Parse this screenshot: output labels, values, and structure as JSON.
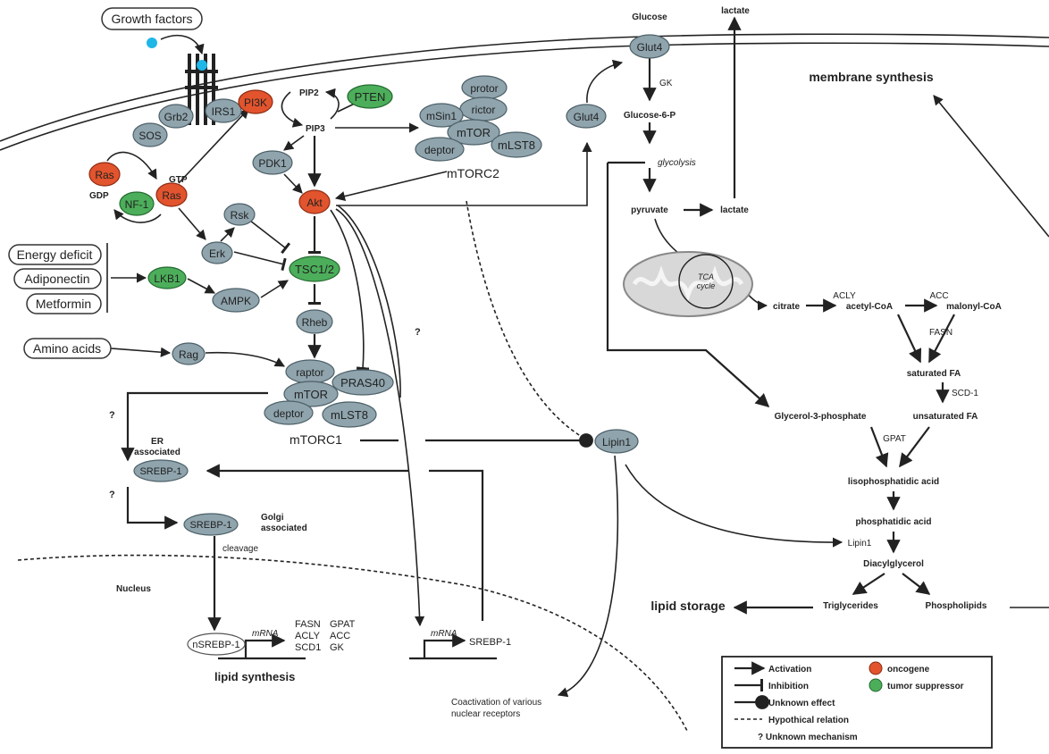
{
  "inputs": {
    "growth_factors": "Growth factors",
    "energy_deficit": "Energy deficit",
    "adiponectin": "Adiponectin",
    "metformin": "Metformin",
    "amino_acids": "Amino acids"
  },
  "nodes": {
    "grb2": "Grb2",
    "irs1": "IRS1",
    "pi3k": "PI3K",
    "sos": "SOS",
    "ras": "Ras",
    "nf1": "NF-1",
    "pdk1": "PDK1",
    "akt": "Akt",
    "rsk": "Rsk",
    "erk": "Erk",
    "tsc12": "TSC1/2",
    "lkb1": "LKB1",
    "ampk": "AMPK",
    "rheb": "Rheb",
    "rag": "Rag",
    "pten": "PTEN",
    "protor": "protor",
    "msin1": "mSin1",
    "rictor": "rictor",
    "mtor": "mTOR",
    "deptor": "deptor",
    "mlst8": "mLST8",
    "raptor": "raptor",
    "pras40": "PRAS40",
    "glut4": "Glut4",
    "lipin1": "Lipin1",
    "srebp1": "SREBP-1",
    "nsrebp1": "nSREBP-1"
  },
  "labels": {
    "gtp": "GTP",
    "gdp": "GDP",
    "pip2": "PIP2",
    "pip3": "PIP3",
    "mtorc2": "mTORC2",
    "mtorc1": "mTORC1",
    "er_associated_1": "ER",
    "er_associated_2": "associated",
    "golgi_associated_1": "Golgi",
    "golgi_associated_2": "associated",
    "cleavage": "cleavage",
    "nucleus": "Nucleus",
    "mrna": "mRNA",
    "target_genes_col1": [
      "FASN",
      "ACLY",
      "SCD1"
    ],
    "target_genes_col2": [
      "GPAT",
      "ACC",
      "GK"
    ],
    "lipid_synthesis": "lipid synthesis",
    "srebp1_gene": "SREBP-1",
    "coactivation_1": "Coactivation of various",
    "coactivation_2": "nuclear receptors",
    "question": "?"
  },
  "metabolism": {
    "glucose": "Glucose",
    "lactate_top": "lactate",
    "gk": "GK",
    "glucose6p": "Glucose-6-P",
    "glycolysis": "glycolysis",
    "pyruvate": "pyruvate",
    "lactate": "lactate",
    "tca_1": "TCA",
    "tca_2": "cycle",
    "citrate": "citrate",
    "acly": "ACLY",
    "acetyl_coa": "acetyl-CoA",
    "acc": "ACC",
    "malonyl_coa": "malonyl-CoA",
    "fasn": "FASN",
    "saturated_fa": "saturated FA",
    "scd1": "SCD-1",
    "unsaturated_fa": "unsaturated FA",
    "glycerol3p": "Glycerol-3-phosphate",
    "gpat": "GPAT",
    "lysophosphatidic": "lisophosphatidic acid",
    "phosphatidic": "phosphatidic acid",
    "lipin1": "Lipin1",
    "diacylglycerol": "Diacylglycerol",
    "triglycerides": "Triglycerides",
    "phospholipids": "Phospholipids",
    "lipid_storage": "lipid storage",
    "membrane_synthesis": "membrane synthesis"
  },
  "legend": {
    "activation": "Activation",
    "inhibition": "Inhibition",
    "unknown_effect": "Unknown effect",
    "hypothetical": "Hypothical relation",
    "unknown_mechanism": "? Unknown mechanism",
    "oncogene": "oncogene",
    "tumor_suppressor": "tumor suppressor"
  },
  "colors": {
    "oncogene": "#e2542d",
    "tumor_suppressor": "#4cae5a",
    "protein": "#8fa4ad",
    "line": "#222222"
  }
}
